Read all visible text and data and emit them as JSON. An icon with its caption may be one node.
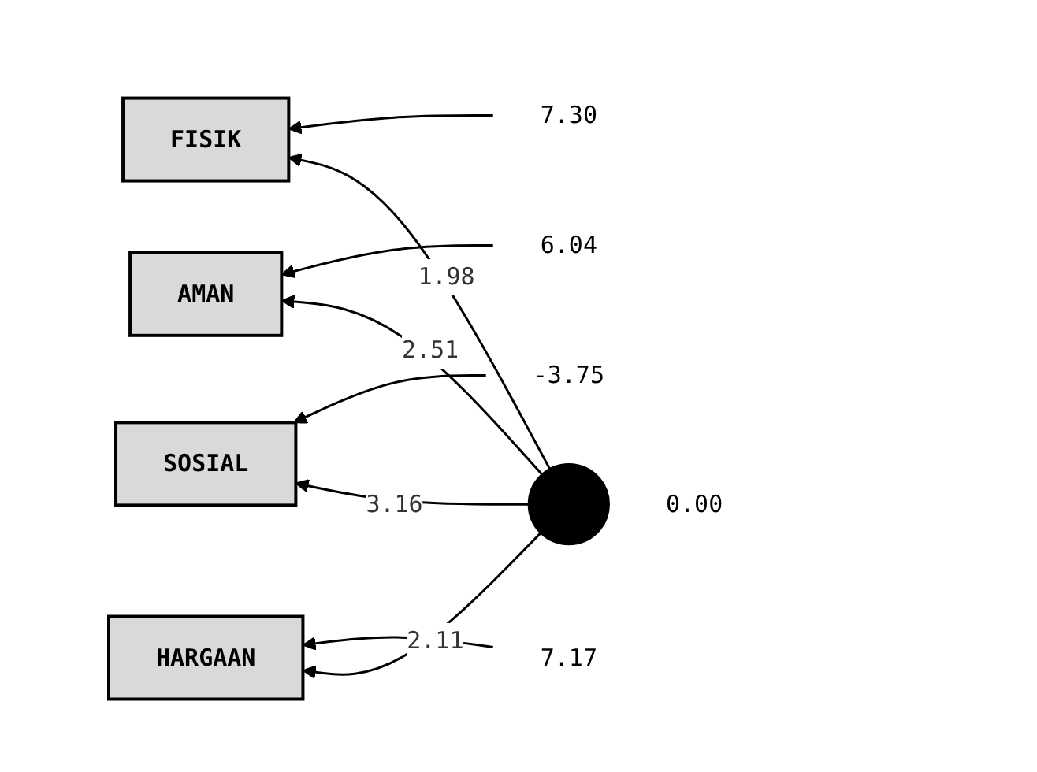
{
  "diagram": {
    "nodes": [
      {
        "text": [
          "7.30"
        ]
      },
      {
        "text": [
          "FISIK"
        ]
      },
      {
        "text": [
          "6.04"
        ]
      },
      {
        "text": [
          "AMAN"
        ]
      },
      {
        "text": [
          "-3.75"
        ]
      },
      {
        "text": [
          "SOSIAL"
        ]
      },
      {
        "text": [
          "7.17"
        ]
      },
      {
        "text": [
          "HARGAAN"
        ]
      },
      {
        "text": [],
        "shape": "ellipse",
        "beside": [
          "0.00"
        ]
      }
    ],
    "edges": [
      {
        "from": 0,
        "to": 1,
        "arrow": "to"
      },
      {
        "from": 2,
        "to": 3,
        "arrow": "to"
      },
      {
        "from": 4,
        "to": 5,
        "arrow": "to"
      },
      {
        "from": 6,
        "to": 7,
        "arrow": "to"
      },
      {
        "from": 8,
        "to": 1,
        "arrow": "to",
        "label": "1.98"
      },
      {
        "from": 8,
        "to": 3,
        "arrow": "to",
        "label": "2.51"
      },
      {
        "from": 8,
        "to": 5,
        "arrow": "to",
        "label": "3.16"
      },
      {
        "from": 8,
        "to": 7,
        "arrow": "to",
        "label": "2.11"
      }
    ]
  }
}
